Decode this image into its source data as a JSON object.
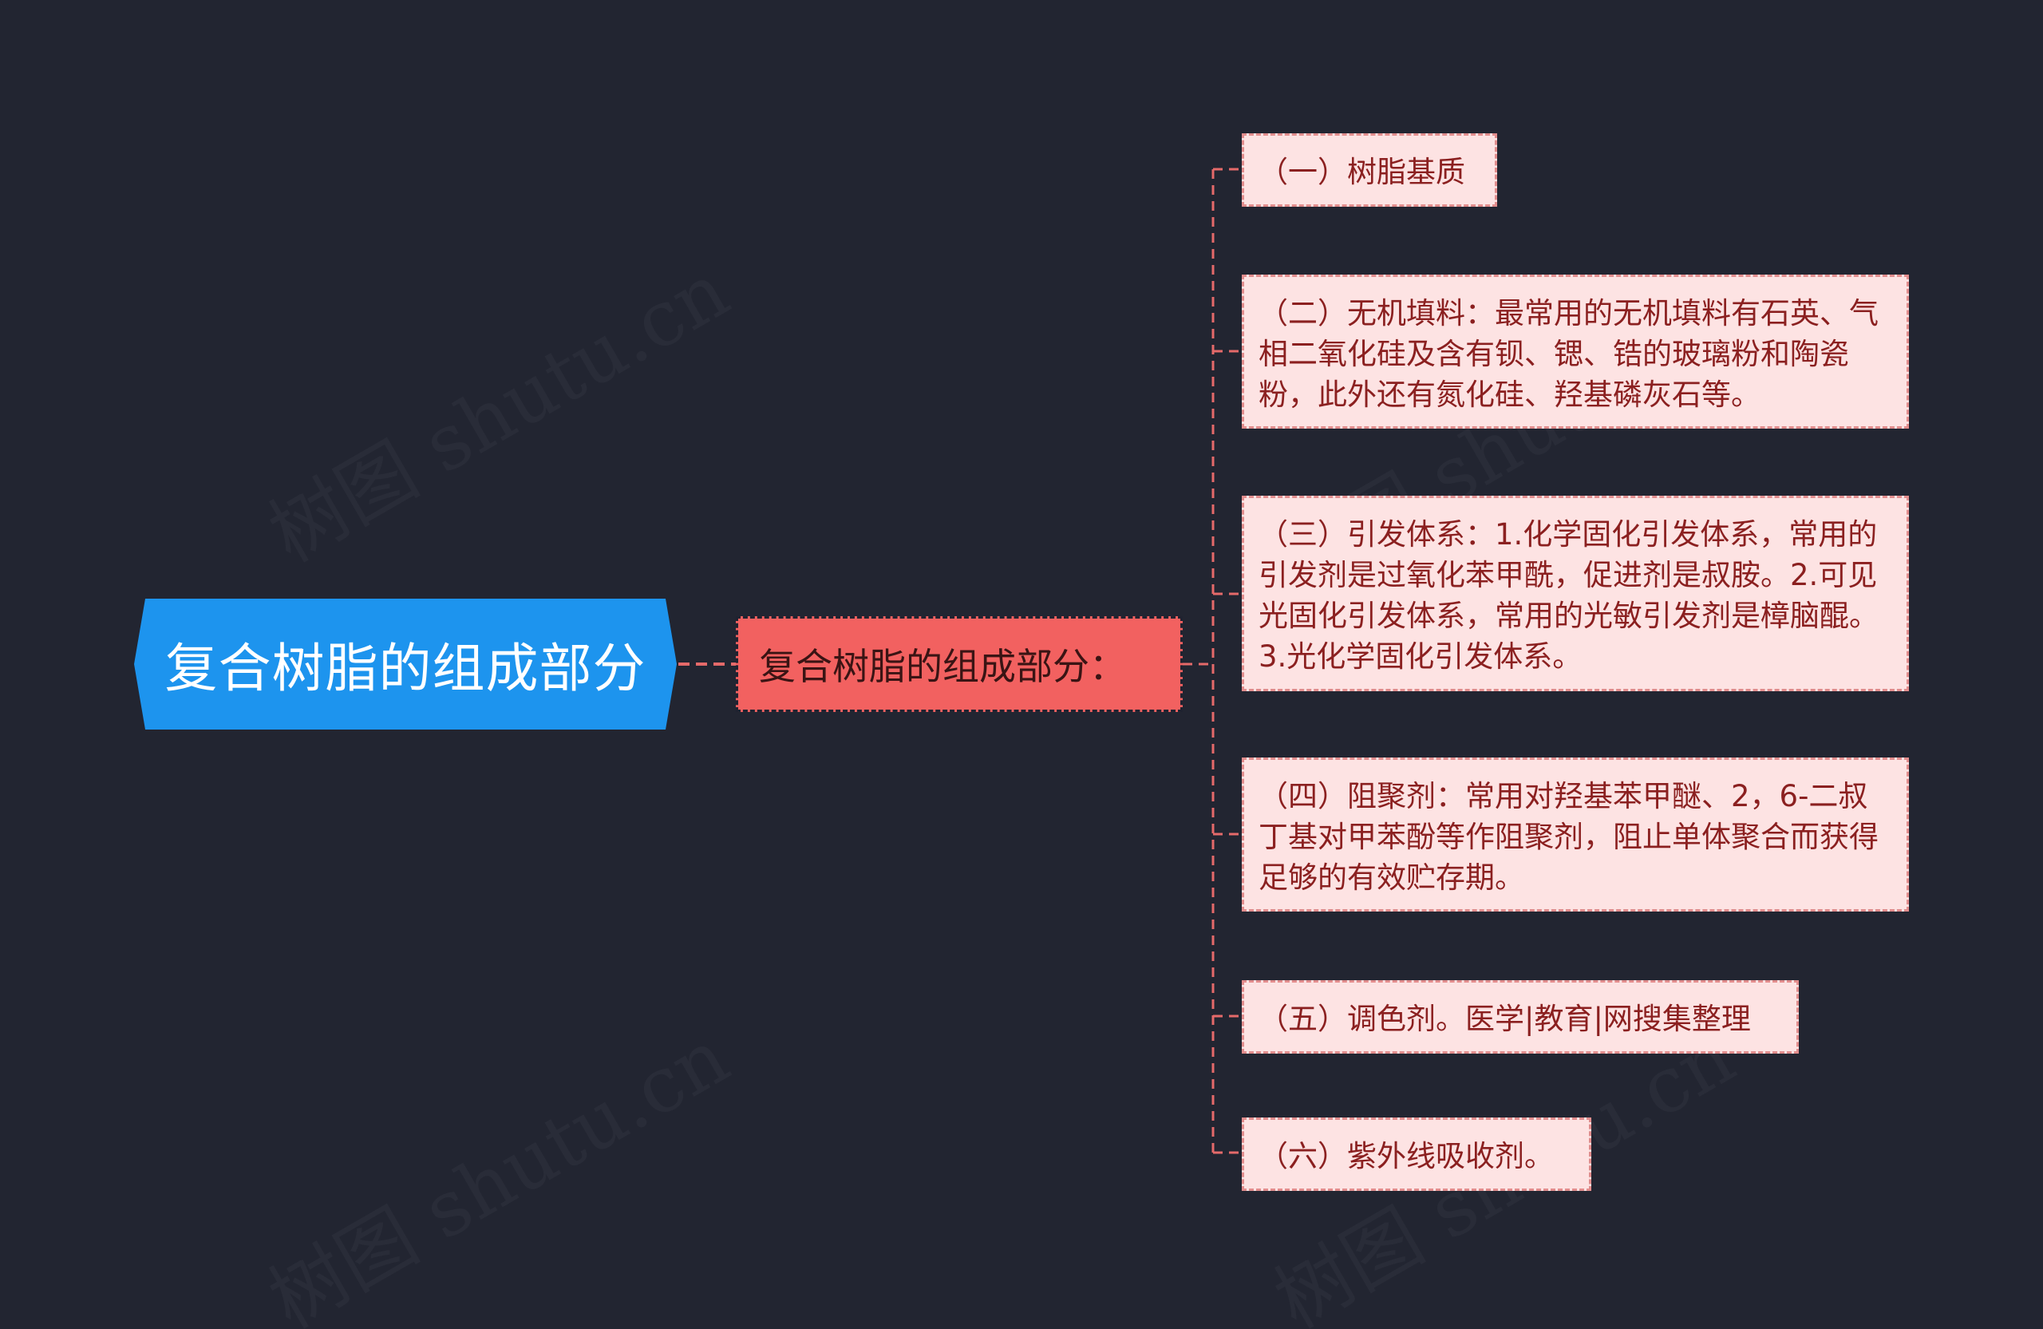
{
  "root": {
    "label": "复合树脂的组成部分"
  },
  "branch": {
    "label": "复合树脂的组成部分："
  },
  "leaves": [
    {
      "text": "（一）树脂基质"
    },
    {
      "text": "（二）无机填料：最常用的无机填料有石英、气相二氧化硅及含有钡、锶、锆的玻璃粉和陶瓷粉，此外还有氮化硅、羟基磷灰石等。"
    },
    {
      "text": "（三）引发体系：1.化学固化引发体系，常用的引发剂是过氧化苯甲酰，促进剂是叔胺。2.可见光固化引发体系，常用的光敏引发剂是樟脑醌。3.光化学固化引发体系。"
    },
    {
      "text": "（四）阻聚剂：常用对羟基苯甲醚、2，6-二叔丁基对甲苯酚等作阻聚剂，阻止单体聚合而获得足够的有效贮存期。"
    },
    {
      "text": "（五）调色剂。医学|教育|网搜集整理"
    },
    {
      "text": "（六）紫外线吸收剂。"
    }
  ],
  "watermark": "树图 shutu.cn",
  "colors": {
    "background": "#222531",
    "root": "#1d94ee",
    "branch": "#f26160",
    "leaf_fill": "#fde3e3",
    "leaf_border": "#e28d8d",
    "leaf_text": "#8b2020",
    "connector": "#e56a6a"
  }
}
